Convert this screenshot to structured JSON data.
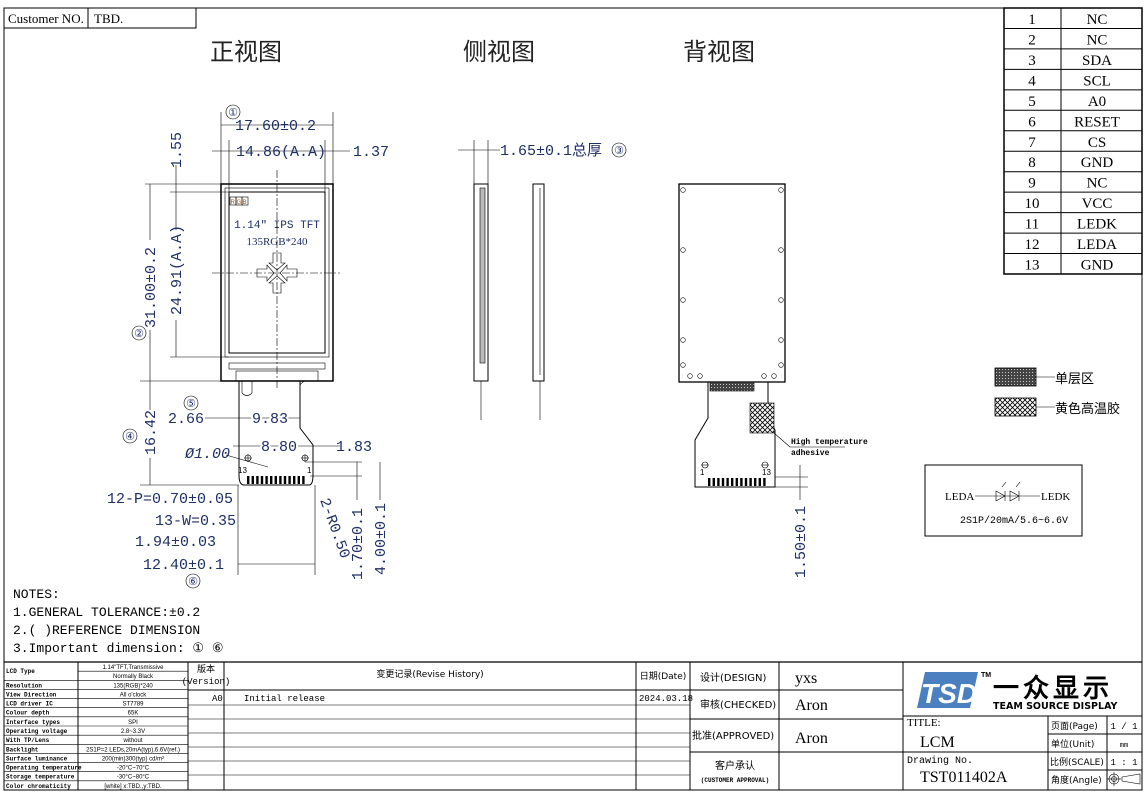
{
  "header": {
    "customer_no_label": "Customer NO.",
    "customer_no": "TBD."
  },
  "views": {
    "front": "正视图",
    "side": "侧视图",
    "back": "背视图"
  },
  "pins": [
    {
      "no": "1",
      "name": "NC"
    },
    {
      "no": "2",
      "name": "NC"
    },
    {
      "no": "3",
      "name": "SDA"
    },
    {
      "no": "4",
      "name": "SCL"
    },
    {
      "no": "5",
      "name": "A0"
    },
    {
      "no": "6",
      "name": "RESET"
    },
    {
      "no": "7",
      "name": "CS"
    },
    {
      "no": "8",
      "name": "GND"
    },
    {
      "no": "9",
      "name": "NC"
    },
    {
      "no": "10",
      "name": "VCC"
    },
    {
      "no": "11",
      "name": "LEDK"
    },
    {
      "no": "12",
      "name": "LEDA"
    },
    {
      "no": "13",
      "name": "GND"
    }
  ],
  "front": {
    "rgb": [
      "R",
      "G",
      "B"
    ],
    "lcd_line1": "1.14\"  IPS  TFT",
    "lcd_line2": "135RGB*240",
    "pin13": "13",
    "pin1": "1"
  },
  "dims": {
    "c1": "①",
    "c2": "②",
    "c4": "④",
    "c5": "⑤",
    "c6": "⑥",
    "c3": "③",
    "width": "17.60±0.2",
    "aa_width": "14.86(A.A)",
    "right_margin": "1.37",
    "top_margin": "1.55",
    "height": "31.00±0.2",
    "aa_height": "24.91(A.A)",
    "fpc_len": "16.42",
    "fpc_off": "2.66",
    "fpc_w": "9.83",
    "hole_dist": "8.80",
    "hole_edge": "1.83",
    "hole_dia": "Ø1.00",
    "pitch": "12-P=0.70±0.05",
    "pad_w": "13-W=0.35",
    "pad_off": "1.94±0.03",
    "fpc_end_w": "12.40±0.1",
    "radius": "2-R0.50",
    "h1": "1.70±0.1",
    "h2": "4.00±0.1",
    "thickness": "1.65±0.1总厚",
    "back_h": "1.50±0.1"
  },
  "back": {
    "pin1": "1",
    "pin13": "13",
    "high_temp_line1": "High temperature",
    "high_temp_line2": "adhesive"
  },
  "legend": {
    "single_layer": "单层区",
    "adhesive": "黄色高温胶"
  },
  "led": {
    "leda": "LEDA",
    "ledk": "LEDK",
    "spec": "2S1P/20mA/5.6~6.6V"
  },
  "notes": {
    "title": "NOTES:",
    "items": [
      "1.GENERAL TOLERANCE:±0.2",
      "2.(  )REFERENCE DIMENSION",
      "3.Important dimension: ①  ⑥"
    ]
  },
  "specs": [
    {
      "label": "LCD Type",
      "value": "1.14\"TFT,Transmissive"
    },
    {
      "label": "",
      "value": "Normally Black"
    },
    {
      "label": "Resolution",
      "value": "135(RGB)*240"
    },
    {
      "label": "View Direction",
      "value": "All o'clock"
    },
    {
      "label": "LCD driver IC",
      "value": "ST7789"
    },
    {
      "label": "Colour depth",
      "value": "65K"
    },
    {
      "label": "Interface types",
      "value": "SPI"
    },
    {
      "label": "Operating voltage",
      "value": "2.8~3.3V"
    },
    {
      "label": "With TP/Lens",
      "value": "without"
    },
    {
      "label": "Backlight",
      "value": "2S1P=2 LEDs,20mA(typ),6.6V(ref.)"
    },
    {
      "label": "Surface luminance",
      "value": "200(min)300(typ) cd/m²"
    },
    {
      "label": "Operating temperature",
      "value": "-20°C~70°C"
    },
    {
      "label": "Storage temperature",
      "value": "-30°C~80°C"
    },
    {
      "label": "Color chromaticity",
      "value": "[white] x:TBD.,y:TBD."
    }
  ],
  "revision": {
    "version_label": "版本",
    "version_label_en": "(Version)",
    "history_label": "变更记录(Revise History)",
    "date_label": "日期(Date)",
    "rows": [
      {
        "version": "A0",
        "history": "Initial release",
        "date": "2024.03.18"
      }
    ]
  },
  "approval": {
    "design_label": "设计(DESIGN)",
    "design": "yxs",
    "checked_label": "审核(CHECKED)",
    "checked": "Aron",
    "approved_label": "批准(APPROVED)",
    "approved": "Aron",
    "customer_label": "客户承认",
    "customer_label_en": "(CUSTOMER APPROVAL)"
  },
  "title_block": {
    "logo_text": "TSD",
    "tm": "TM",
    "company_cn": "一众显示",
    "company_en": "TEAM SOURCE DISPLAY",
    "title_label": "TITLE:",
    "title": "LCM",
    "drawing_no_label": "Drawing No.",
    "drawing_no": "TST011402A",
    "page_label": "页面(Page)",
    "page": "1 / 1",
    "unit_label": "单位(Unit)",
    "unit": "mm",
    "scale_label": "比例(SCALE)",
    "scale": "1 : 1",
    "angle_label": "角度(Angle)"
  },
  "colors": {
    "logo_blue": "#4a7fc0",
    "dim_text": "#1f2f66"
  }
}
